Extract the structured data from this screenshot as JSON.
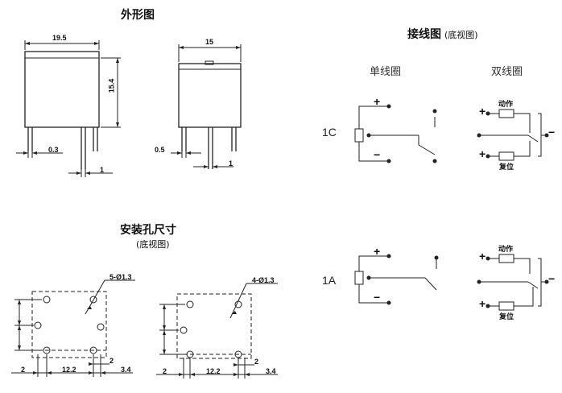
{
  "outline": {
    "title": "外形图",
    "dims": {
      "width_a": "19.5",
      "height": "15.4",
      "pin_offset": "0.3",
      "pin_width": "1",
      "width_b": "15",
      "pin_offset_b": "0.5",
      "pin_width_b": "1"
    }
  },
  "mounting": {
    "title": "安装孔尺寸",
    "subtitle": "(底视图)",
    "hole_5": "5-Ø1.3",
    "hole_4": "4-Ø1.3",
    "dims_a": {
      "left": "2",
      "mid": "12.2",
      "right": "3.4",
      "step": "2"
    },
    "dims_b": {
      "left": "2",
      "mid": "12.2",
      "right": "3.4",
      "step": "2"
    }
  },
  "wiring": {
    "title": "接线图",
    "subtitle": "(底视图)",
    "col_single": "单线圈",
    "col_double": "双线圈",
    "row_1c": "1C",
    "row_1a": "1A",
    "plus": "+",
    "minus": "−",
    "action": "动作",
    "reset": "复位"
  }
}
